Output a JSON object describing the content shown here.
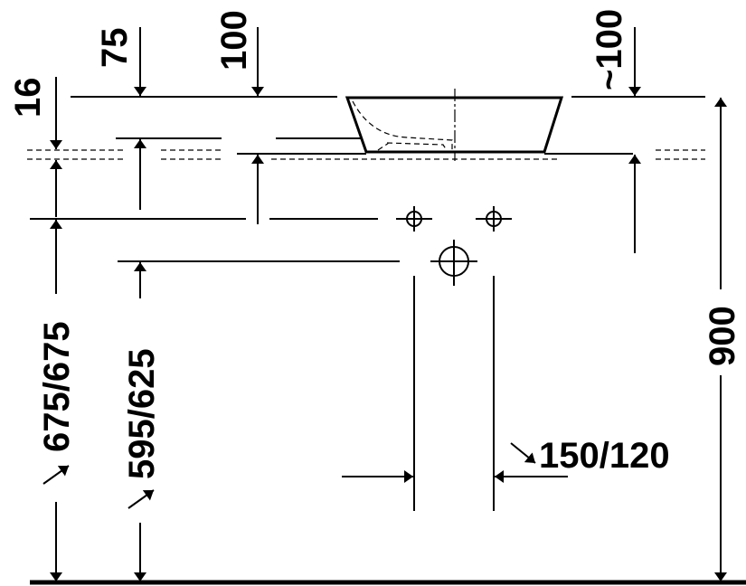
{
  "title": "Vessel washbasin installation dimensions",
  "dimensions": {
    "basin_offset": "75",
    "faucet_offset": "100",
    "right_offset": "~100",
    "counter_thickness": "16",
    "supply_height": "675/675",
    "waste_height": "595/625",
    "total_height": "900",
    "waste_spacing": "150/120"
  },
  "colors": {
    "line": "#000000",
    "background": "#ffffff"
  }
}
